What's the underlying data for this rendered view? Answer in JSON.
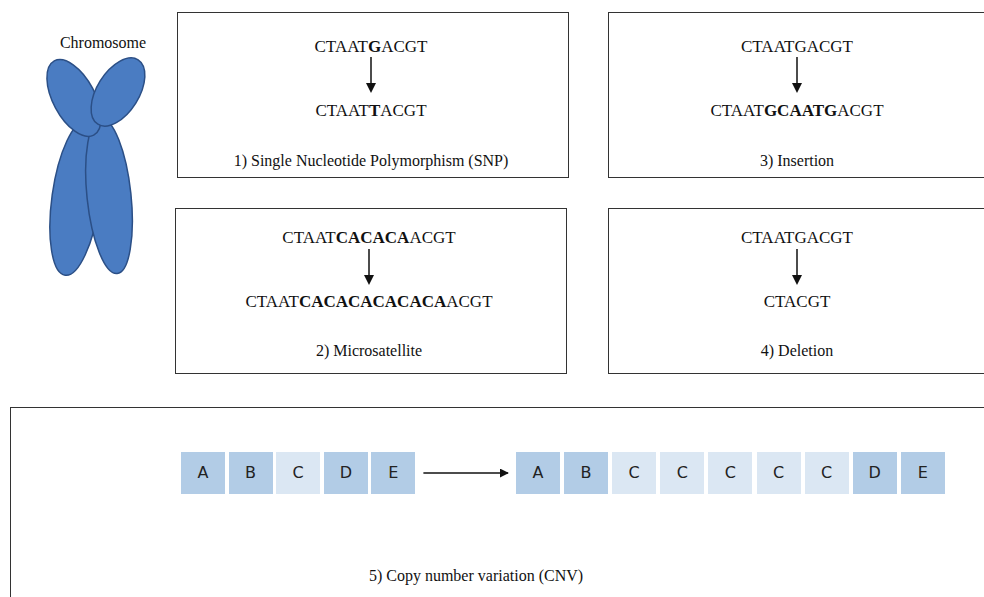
{
  "diagram": {
    "nodes": [
      {
        "text": [
          "CTAATGACGT",
          "CTAATTACGT",
          "1) Single Nucleotide Polymorphism (SNP)"
        ]
      },
      {
        "text": [
          "CTAATCACACAACGT",
          "CTAATCACACACACACAACGT",
          "2) Microsatellite"
        ]
      },
      {
        "text": [
          "CTAATGACGT",
          "CTAATGCAATGACGT",
          "3) Insertion"
        ]
      },
      {
        "text": [
          "CTAATGACGT",
          "CTACGT",
          "4) Deletion"
        ]
      },
      {
        "text": [
          "5) Copy number variation (CNV)"
        ]
      },
      {
        "text": [
          "A"
        ],
        "in": 4
      },
      {
        "text": [
          "B"
        ],
        "in": 4
      },
      {
        "text": [
          "C"
        ],
        "in": 4
      },
      {
        "text": [
          "D"
        ],
        "in": 4
      },
      {
        "text": [
          "E"
        ],
        "in": 4
      },
      {
        "text": [
          "A"
        ],
        "in": 4
      },
      {
        "text": [
          "B"
        ],
        "in": 4
      },
      {
        "text": [
          "C"
        ],
        "in": 4
      },
      {
        "text": [
          "C"
        ],
        "in": 4
      },
      {
        "text": [
          "C"
        ],
        "in": 4
      },
      {
        "text": [
          "C"
        ],
        "in": 4
      },
      {
        "text": [
          "C"
        ],
        "in": 4
      },
      {
        "text": [
          "D"
        ],
        "in": 4
      },
      {
        "text": [
          "E"
        ],
        "in": 4
      }
    ],
    "edges": [
      {
        "from": 9,
        "to": 10,
        "arrow": "to"
      }
    ],
    "labels": [
      "Chromosome"
    ]
  }
}
